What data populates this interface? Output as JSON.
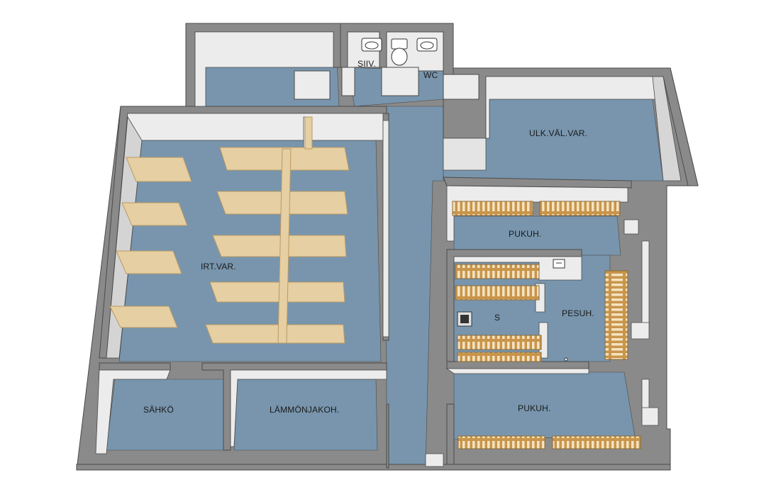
{
  "rooms": {
    "siiv": "SIIV.",
    "wc": "WC",
    "ulk_val_var": "ULK.VÄL.VAR.",
    "irt_var": "IRT.VAR.",
    "pukuh_upper": "PUKUH.",
    "pesuh": "PESUH.",
    "sauna": "S",
    "pukuh_lower": "PUKUH.",
    "sahko": "SÄHKÖ",
    "lammonjakoh": "LÄMMÖNJAKOH."
  },
  "colors": {
    "floor": "#7895ad",
    "wall_top": "#8a8a8a",
    "wall_outline": "#4a4a4a",
    "wall_face": "#ececec",
    "wall_face_dark": "#d4d4d4",
    "shelf": "#e6cfa2",
    "shelf_edge": "#b99a63",
    "bench": "#d9a85e",
    "bench_slat": "#f4e3c2"
  }
}
